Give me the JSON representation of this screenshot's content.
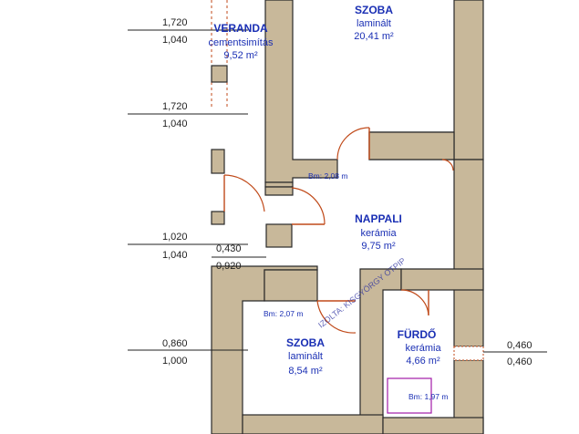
{
  "rooms": {
    "veranda": {
      "name": "VERANDA",
      "floor": "cementsimítás",
      "area": "9,52 m²"
    },
    "szoba_top": {
      "name": "SZOBA",
      "floor": "laminált",
      "area": "20,41 m²"
    },
    "nappali": {
      "name": "NAPPALI",
      "floor": "kerámia",
      "area": "9,75 m²"
    },
    "szoba_bottom": {
      "name": "SZOBA",
      "floor": "laminált",
      "area": "8,54 m²"
    },
    "furdo": {
      "name": "FÜRDŐ",
      "floor": "kerámia",
      "area": "4,66 m²"
    }
  },
  "bm_labels": {
    "nappali": "Bm: 2,08 m",
    "szoba_bottom": "Bm: 2,07 m",
    "furdo": "Bm: 1,97 m"
  },
  "dims": {
    "d1_top": "1,720",
    "d1_bottom": "1,040",
    "d2_top": "1,720",
    "d2_bottom": "1,040",
    "d3_top": "1,020",
    "d3_bottom": "1,040",
    "d4_top": "0,430",
    "d4_bottom": "0,920",
    "d5_top": "0,860",
    "d5_bottom": "1,000",
    "d6_top": "0,460",
    "d6_bottom": "0,460"
  },
  "watermark": "IZOLTA: KISGYÖRGY OTPIP",
  "colors": {
    "wall": "#c8b89a",
    "door": "#c04a1a",
    "label": "#1a2fb4",
    "fixture": "#a21aa8"
  }
}
